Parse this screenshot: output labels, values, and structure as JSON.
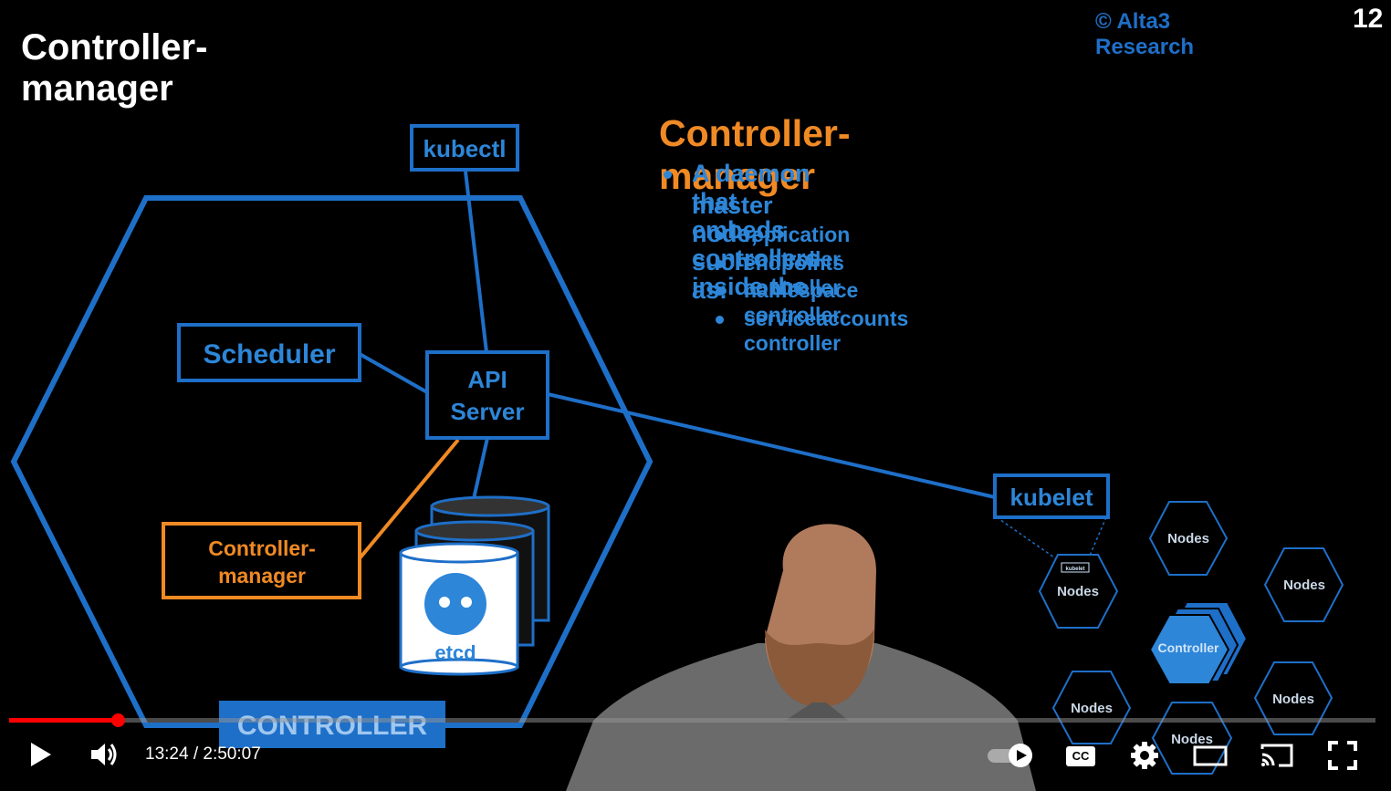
{
  "slide": {
    "title": "Controller-manager",
    "copyright": "© Alta3 Research",
    "slide_number": "12",
    "heading": "Controller-manager",
    "bullet_line1": "A daemon that embeds controllers inside the",
    "bullet_line2": "master node, such as:",
    "sub_bullets": [
      "replication  controller",
      "endpoints controller",
      "namespace controller",
      "serviceaccounts controller"
    ],
    "diagram": {
      "kubectl": "kubectl",
      "scheduler": "Scheduler",
      "api_line1": "API",
      "api_line2": "Server",
      "cm_line1": "Controller-",
      "cm_line2": "manager",
      "etcd": "etcd",
      "kubelet": "kubelet",
      "small_kubelet": "kubelet",
      "controller_band": "CONTROLLER",
      "controller_node": "Controller",
      "node_label": "Nodes"
    },
    "colors": {
      "blue": "#1e6fc8",
      "orange": "#f08a24",
      "cyan_text": "#2d86d8"
    }
  },
  "player": {
    "time_display": "13:24 / 2:50:07",
    "progress_fraction": 0.0793,
    "icons": {
      "play": "play-icon",
      "volume": "volume-icon",
      "autoplay": "autoplay-toggle-icon",
      "cc": "cc-icon",
      "settings": "gear-icon",
      "theater": "theater-mode-icon",
      "cast": "cast-icon",
      "fullscreen": "fullscreen-icon"
    },
    "cc_label": "CC"
  }
}
